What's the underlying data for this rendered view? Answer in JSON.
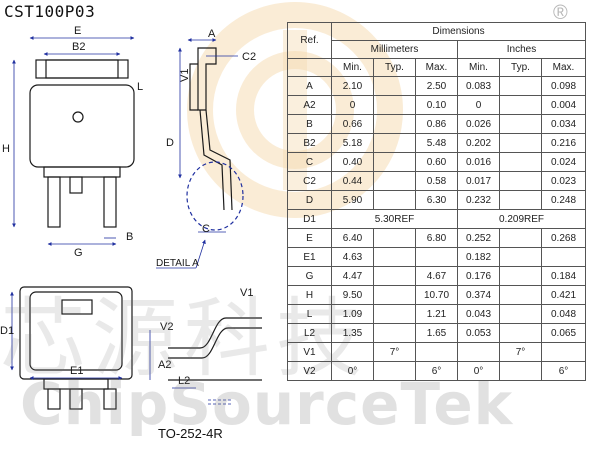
{
  "title": "CST100P03",
  "package_label": "TO-252-4R",
  "watermark": {
    "latin": "ChipSourceTek",
    "chinese": "芯源科技",
    "registered_mark": "®"
  },
  "drawing": {
    "labels": {
      "E": "E",
      "B2": "B2",
      "L": "L",
      "H": "H",
      "G": "G",
      "B": "B",
      "A": "A",
      "C2": "C2",
      "V1": "V1",
      "D": "D",
      "C": "C",
      "detail_a": "DETAIL A",
      "D1": "D1",
      "E1": "E1",
      "V2": "V2",
      "A2": "A2",
      "L2": "L2"
    }
  },
  "table": {
    "header": {
      "ref": "Ref.",
      "dimensions": "Dimensions",
      "mm": "Millimeters",
      "inch": "Inches"
    },
    "subheaders": [
      "Min.",
      "Typ.",
      "Max.",
      "Min.",
      "Typ.",
      "Max."
    ],
    "rows": [
      {
        "ref": "A",
        "cells": [
          "2.10",
          "",
          "2.50",
          "0.083",
          "",
          "0.098"
        ]
      },
      {
        "ref": "A2",
        "cells": [
          "0",
          "",
          "0.10",
          "0",
          "",
          "0.004"
        ]
      },
      {
        "ref": "B",
        "cells": [
          "0.66",
          "",
          "0.86",
          "0.026",
          "",
          "0.034"
        ]
      },
      {
        "ref": "B2",
        "cells": [
          "5.18",
          "",
          "5.48",
          "0.202",
          "",
          "0.216"
        ]
      },
      {
        "ref": "C",
        "cells": [
          "0.40",
          "",
          "0.60",
          "0.016",
          "",
          "0.024"
        ]
      },
      {
        "ref": "C2",
        "cells": [
          "0.44",
          "",
          "0.58",
          "0.017",
          "",
          "0.023"
        ]
      },
      {
        "ref": "D",
        "cells": [
          "5.90",
          "",
          "6.30",
          "0.232",
          "",
          "0.248"
        ]
      },
      {
        "ref": "D1",
        "span_mm": "5.30REF",
        "span_in": "0.209REF"
      },
      {
        "ref": "E",
        "cells": [
          "6.40",
          "",
          "6.80",
          "0.252",
          "",
          "0.268"
        ]
      },
      {
        "ref": "E1",
        "cells": [
          "4.63",
          "",
          "",
          "0.182",
          "",
          ""
        ]
      },
      {
        "ref": "G",
        "cells": [
          "4.47",
          "",
          "4.67",
          "0.176",
          "",
          "0.184"
        ]
      },
      {
        "ref": "H",
        "cells": [
          "9.50",
          "",
          "10.70",
          "0.374",
          "",
          "0.421"
        ]
      },
      {
        "ref": "L",
        "cells": [
          "1.09",
          "",
          "1.21",
          "0.043",
          "",
          "0.048"
        ]
      },
      {
        "ref": "L2",
        "cells": [
          "1.35",
          "",
          "1.65",
          "0.053",
          "",
          "0.065"
        ]
      },
      {
        "ref": "V1",
        "cells": [
          "",
          "7°",
          "",
          "",
          "7°",
          ""
        ]
      },
      {
        "ref": "V2",
        "cells": [
          "0°",
          "",
          "6°",
          "0°",
          "",
          "6°"
        ]
      }
    ]
  }
}
